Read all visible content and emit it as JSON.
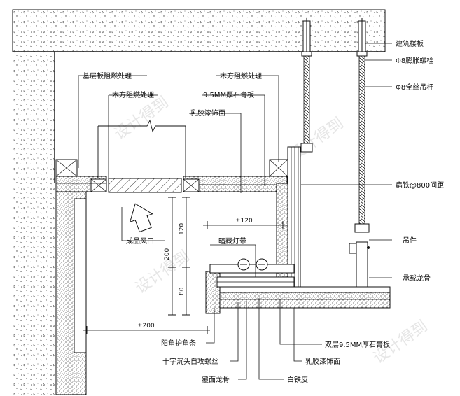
{
  "labels": {
    "building_slab": "建筑楼板",
    "expansion_bolt": "Φ8膨胀螺栓",
    "threaded_rod": "Φ8全丝吊杆",
    "base_board_fire": "基层板阻燃处理",
    "timber_fire_left": "木方阻燃处理",
    "timber_fire_right": "木方阻燃处理",
    "gypsum_95": "9.5MM厚石膏板",
    "latex_paint_top": "乳胶漆饰面",
    "flat_iron": "扁铁@800间距",
    "hanger": "吊件",
    "main_keel": "承载龙骨",
    "air_outlet": "成品风口",
    "hidden_light": "暗藏灯带",
    "corner_guard": "阳角护角条",
    "cross_screw": "十字沉头自攻螺丝",
    "cover_keel": "覆面龙骨",
    "galvanized_sheet": "白铁皮",
    "double_gypsum": "双层9.5MM厚石膏板",
    "latex_paint_bottom": "乳胶漆饰面"
  },
  "dimensions": {
    "d120_horizontal": "±120",
    "d120_vertical": "120",
    "d200_vertical": "200",
    "d80_vertical": "80",
    "d200_horizontal": "±200"
  },
  "watermark": "设计得到",
  "colors": {
    "line": "#111111",
    "hatch": "#555555",
    "watermark": "#c8c8c8"
  }
}
